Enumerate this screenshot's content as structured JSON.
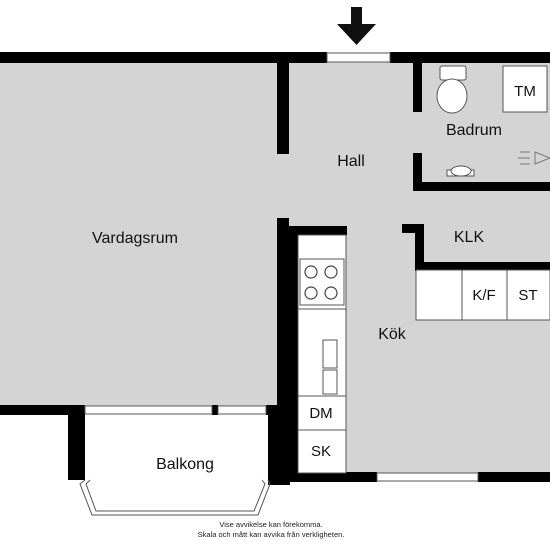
{
  "rooms": {
    "vardagsrum": "Vardagsrum",
    "hall": "Hall",
    "badrum": "Badrum",
    "klk": "KLK",
    "kok": "Kök",
    "balkong": "Balkong"
  },
  "fixtures": {
    "tm": "TM",
    "kf": "K/F",
    "st": "ST",
    "dm": "DM",
    "sk": "SK"
  },
  "disclaimer": {
    "line1": "Vise avvikelse kan förekomma.",
    "line2": "Skala och mått kan avvika från verkligheten."
  },
  "colors": {
    "wall": "#000000",
    "floor": "#d4d4d4",
    "background": "#ffffff"
  }
}
